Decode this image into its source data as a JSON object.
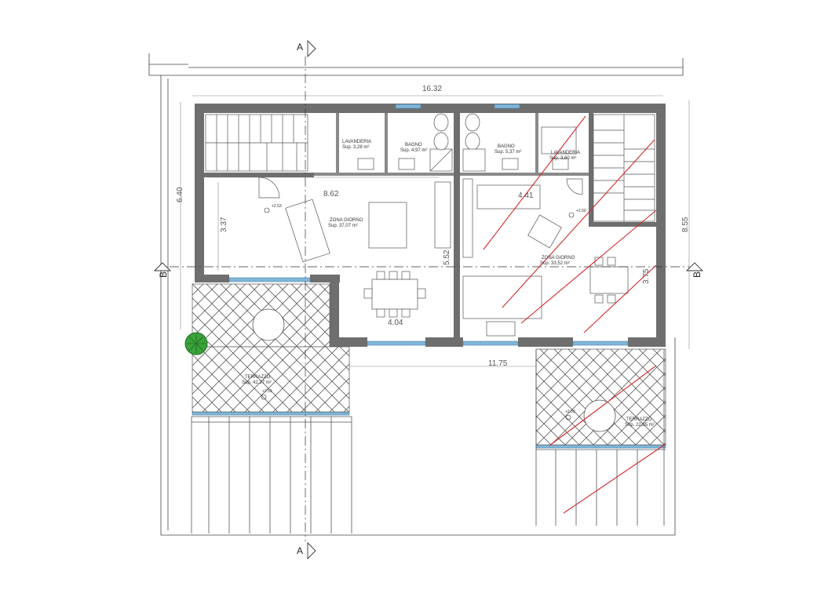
{
  "sections": {
    "top": "A",
    "bottom": "A",
    "left": "B",
    "right": "B"
  },
  "dimensions": {
    "overall_width": "16.32",
    "overall_height_left": "6.40",
    "overall_height_right": "8.55",
    "inner_width_left": "8.62",
    "depth_left": "3.37",
    "kitchen_depth": "5.52",
    "dining_width": "4.04",
    "right_width": "4.41",
    "right_depth": "3.75",
    "bottom_width": "11.75"
  },
  "rooms": {
    "lav_left": {
      "name": "LAVANDERIA",
      "area": "Sup. 3,28 m²"
    },
    "bath_left": {
      "name": "BAGNO",
      "area": "Sup. 4,97 m²"
    },
    "bath_right": {
      "name": "BAGNO",
      "area": "Sup. 5,37 m²"
    },
    "lav_right": {
      "name": "LAVANDERIA",
      "area": "Sup. 3,60 m²"
    },
    "living_left": {
      "name": "ZONA GIORNO",
      "area": "Sup. 37,07 m²"
    },
    "living_right": {
      "name": "ZONA GIORNO",
      "area": "Sup. 33,52 m²"
    },
    "terrace_left": {
      "name": "TERRAZZO",
      "area": "Sup. 42,37 m²"
    },
    "terrace_right": {
      "name": "TERRAZZO",
      "area": "Sup. 22,85 m²"
    }
  },
  "levels": {
    "l1": "+2.53",
    "l2": "+2.50",
    "l3": "+2.53",
    "l4": "+2.50"
  },
  "colors": {
    "wall": "#6e6e6e",
    "window": "#7fb6d9",
    "strike": "#d12a2a",
    "tree": "#3aa23a"
  }
}
